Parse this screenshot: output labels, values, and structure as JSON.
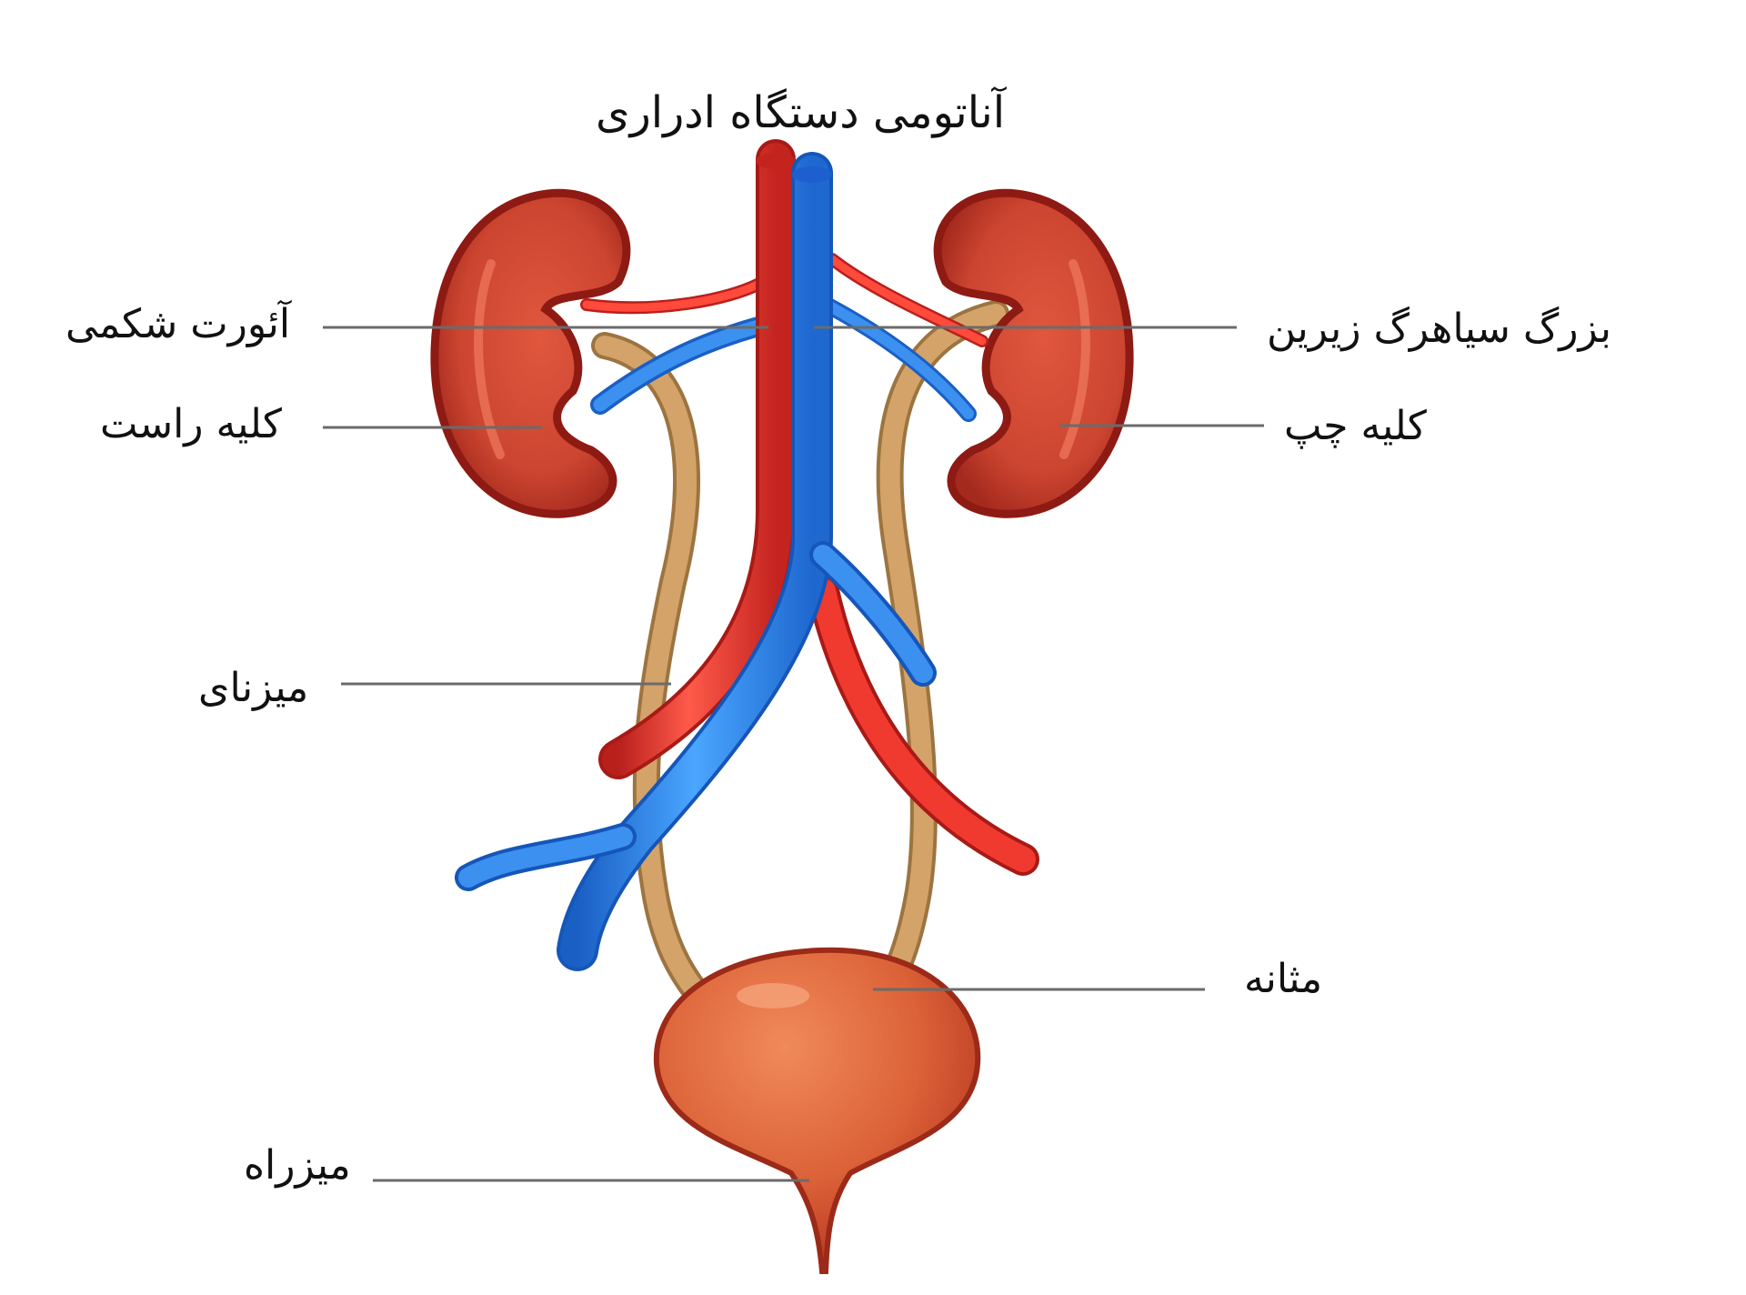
{
  "title": "آناتومی دستگاه ادراری",
  "labels": {
    "abdominal_aorta": "آئورت شکمی",
    "right_kidney": "کلیه راست",
    "inferior_vena_cava": "بزرگ سیاهرگ زیرین",
    "left_kidney": "کلیه چپ",
    "ureter": "میزنای",
    "bladder": "مثانه",
    "urethra": "میزراه"
  },
  "colors": {
    "artery": "#e8302a",
    "vein": "#2a7fe0",
    "kidney": "#c8402e",
    "kidney_outline": "#8e1a14",
    "ureter": "#d4a36a",
    "bladder": "#d9623a",
    "leader_line": "#6b6b6b"
  }
}
